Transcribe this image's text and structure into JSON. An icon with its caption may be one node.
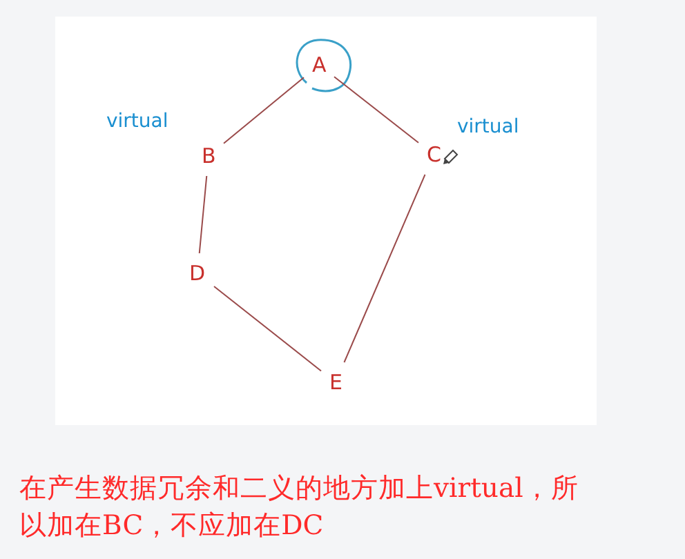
{
  "diagram": {
    "caption": "在产生数据冗余和二义的地方加上virtual，所以加在BC，不应加在DC",
    "nodes": [
      {
        "text": [
          "A"
        ]
      },
      {
        "text": [
          "B"
        ]
      },
      {
        "text": [
          "C"
        ]
      },
      {
        "text": [
          "D"
        ]
      },
      {
        "text": [
          "E"
        ]
      }
    ],
    "edges": [
      {
        "from": 0,
        "to": 1,
        "arrow": "none"
      },
      {
        "from": 0,
        "to": 2,
        "arrow": "none"
      },
      {
        "from": 1,
        "to": 3,
        "arrow": "none"
      },
      {
        "from": 3,
        "to": 4,
        "arrow": "none"
      },
      {
        "from": 2,
        "to": 4,
        "arrow": "none"
      }
    ],
    "labels": [
      "virtual",
      "virtual"
    ]
  }
}
